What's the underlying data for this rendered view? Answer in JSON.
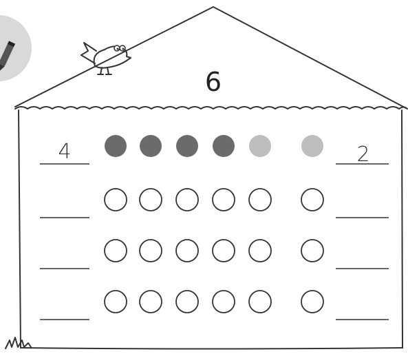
{
  "house_number": "6",
  "colors": {
    "dark_dot": "#6b6b6b",
    "light_dot": "#bdbdbd",
    "ink": "#333333",
    "pencil_badge": "#d9d9d9"
  },
  "rows": [
    {
      "left_answer": "4",
      "right_answer": "2",
      "filled": [
        2,
        2,
        2,
        2,
        1,
        1
      ]
    },
    {
      "left_answer": "",
      "right_answer": "",
      "filled": [
        0,
        0,
        0,
        0,
        0,
        0
      ]
    },
    {
      "left_answer": "",
      "right_answer": "",
      "filled": [
        0,
        0,
        0,
        0,
        0,
        0
      ]
    },
    {
      "left_answer": "",
      "right_answer": "",
      "filled": [
        0,
        0,
        0,
        0,
        0,
        0
      ]
    }
  ],
  "icons": {
    "pencil": "pencil-icon",
    "bird": "bird-icon",
    "grass": "grass-icon"
  }
}
